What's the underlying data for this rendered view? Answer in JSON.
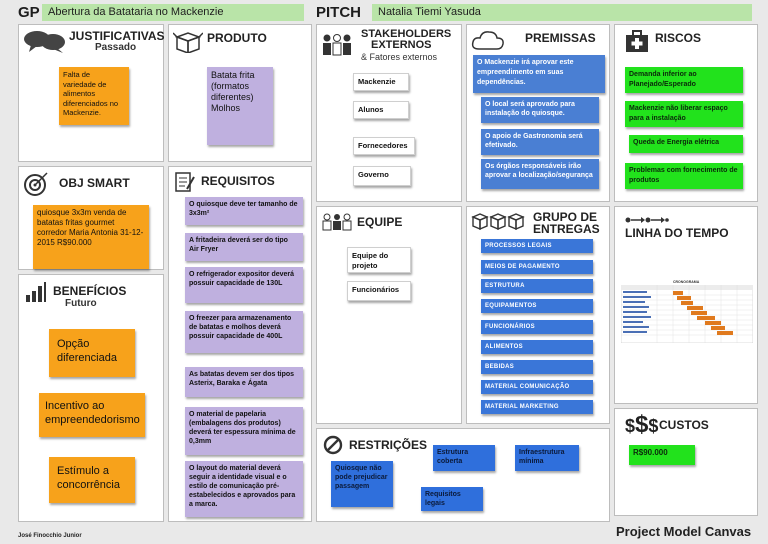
{
  "header": {
    "gp_label": "GP",
    "gp_value": "Abertura da Batataria no Mackenzie",
    "pitch_label": "PITCH",
    "pitch_value": "Natalia Tiemi Yasuda"
  },
  "justificativas": {
    "title": "JUSTIFICATIVAS",
    "subtitle": "Passado",
    "notes": [
      "Falta de variedade de alimentos diferenciados no Mackenzie."
    ]
  },
  "produto": {
    "title": "PRODUTO",
    "notes": [
      "Batata frita (formatos diferentes) Molhos"
    ]
  },
  "stakeholders": {
    "title_line1": "STAKEHOLDERS",
    "title_line2": "EXTERNOS",
    "subtitle": "& Fatores externos",
    "notes": [
      "Mackenzie",
      "Alunos",
      "Fornecedores",
      "Governo"
    ]
  },
  "premissas": {
    "title": "PREMISSAS",
    "notes": [
      "O Mackenzie irá aprovar este empreendimento em suas dependências.",
      "O local será aprovado para instalação do quiosque.",
      "O apoio de Gastronomia será efetivado.",
      "Os órgãos responsáveis irão aprovar a localização/segurança"
    ]
  },
  "riscos": {
    "title": "RISCOS",
    "notes": [
      "Demanda inferior ao Planejado/Esperado",
      "Mackenzie não liberar espaço para a instalação",
      "Queda de Energia elétrica",
      "Problemas com fornecimento de produtos"
    ]
  },
  "obj_smart": {
    "title": "OBJ SMART",
    "notes": [
      "quiosque 3x3m venda de batatas fritas gourmet corredor Maria Antonia 31-12-2015 R$90.000"
    ]
  },
  "requisitos": {
    "title": "REQUISITOS",
    "notes": [
      "O quiosque deve ter tamanho de 3x3m²",
      "A fritadeira deverá ser do tipo Air Fryer",
      "O refrigerador expositor deverá possuir capacidade de 130L",
      "O freezer para armazenamento de batatas e molhos deverá possuir capacidade de 400L",
      "As batatas devem ser dos tipos Asterix, Baraka e Ágata",
      "O material de papelaria (embalagens dos produtos) deverá ter espessura mínima de 0,3mm",
      "O layout do material deverá seguir a identidade visual e o estilo de comunicação pré-estabelecidos e aprovados para a marca."
    ]
  },
  "equipe": {
    "title": "EQUIPE",
    "notes": [
      "Equipe do projeto",
      "Funcionários"
    ]
  },
  "grupo_entregas": {
    "title_line1": "GRUPO DE",
    "title_line2": "ENTREGAS",
    "items": [
      "PROCESSOS LEGAIS",
      "MEIOS DE PAGAMENTO",
      "ESTRUTURA",
      "EQUIPAMENTOS",
      "FUNCIONÁRIOS",
      "ALIMENTOS",
      "BEBIDAS",
      "MATERIAL COMUNICAÇÃO",
      "MATERIAL MARKETING"
    ]
  },
  "linha_tempo": {
    "title": "LINHA DO TEMPO",
    "gantt_title": "CRONOGRAMA"
  },
  "beneficios": {
    "title": "BENEFÍCIOS",
    "subtitle": "Futuro",
    "notes": [
      "Opção diferenciada",
      "Incentivo ao empreendedorismo",
      "Estímulo a concorrência"
    ]
  },
  "restricoes": {
    "title": "RESTRIÇÕES",
    "notes": [
      "Quiosque não pode prejudicar passagem",
      "Estrutura coberta",
      "Infraestrutura mínima",
      "Requisitos legais"
    ]
  },
  "custos": {
    "title": "CUSTOS",
    "notes": [
      "R$90.000"
    ]
  },
  "footer": {
    "author": "José Finocchio Junior",
    "brand": "Project Model Canvas"
  },
  "colors": {
    "orange": "#f7a21b",
    "purple": "#bfb0df",
    "blue": "#4a7fd3",
    "green": "#22e21c",
    "header_green": "#b9e4a8"
  }
}
